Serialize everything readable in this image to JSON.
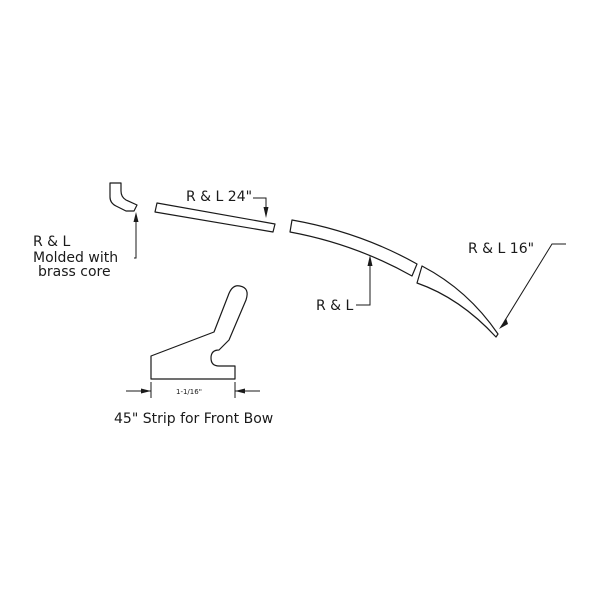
{
  "labels": {
    "molded_line1": "R & L",
    "molded_line2": "Molded with",
    "molded_line3": "brass core",
    "straight_24": "R & L  24\"",
    "curved_mid": "R & L",
    "curved_16": "R & L  16\"",
    "dimension": "1-1/16\"",
    "caption": "45\" Strip for Front Bow"
  },
  "colors": {
    "line": "#1a1a1a",
    "background": "#ffffff"
  }
}
